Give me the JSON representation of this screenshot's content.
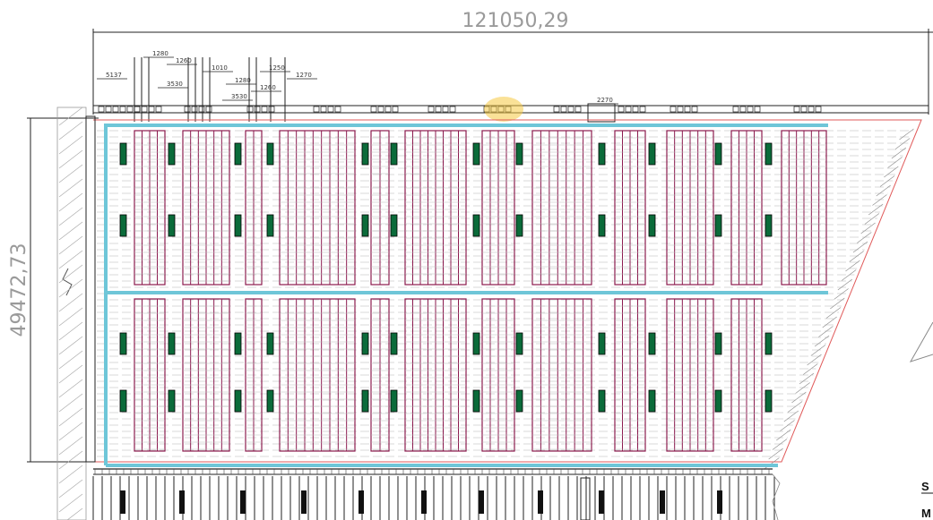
{
  "drawing": {
    "overall_width_label": "121050,29",
    "overall_height_label": "49472,73",
    "top_dimensions": [
      "5137",
      "1280",
      "1260",
      "1010",
      "1250",
      "1270",
      "3530",
      "1280",
      "3530",
      "1260",
      "2270"
    ],
    "edge_letters": [
      "S",
      "M"
    ],
    "colors": {
      "rack": "#8b1a4e",
      "aisle": "#6ec6d8",
      "boundary": "#e05a5a",
      "column": "#0b6b3a",
      "dim_line": "#222222",
      "highlight": "#f5c842"
    }
  }
}
